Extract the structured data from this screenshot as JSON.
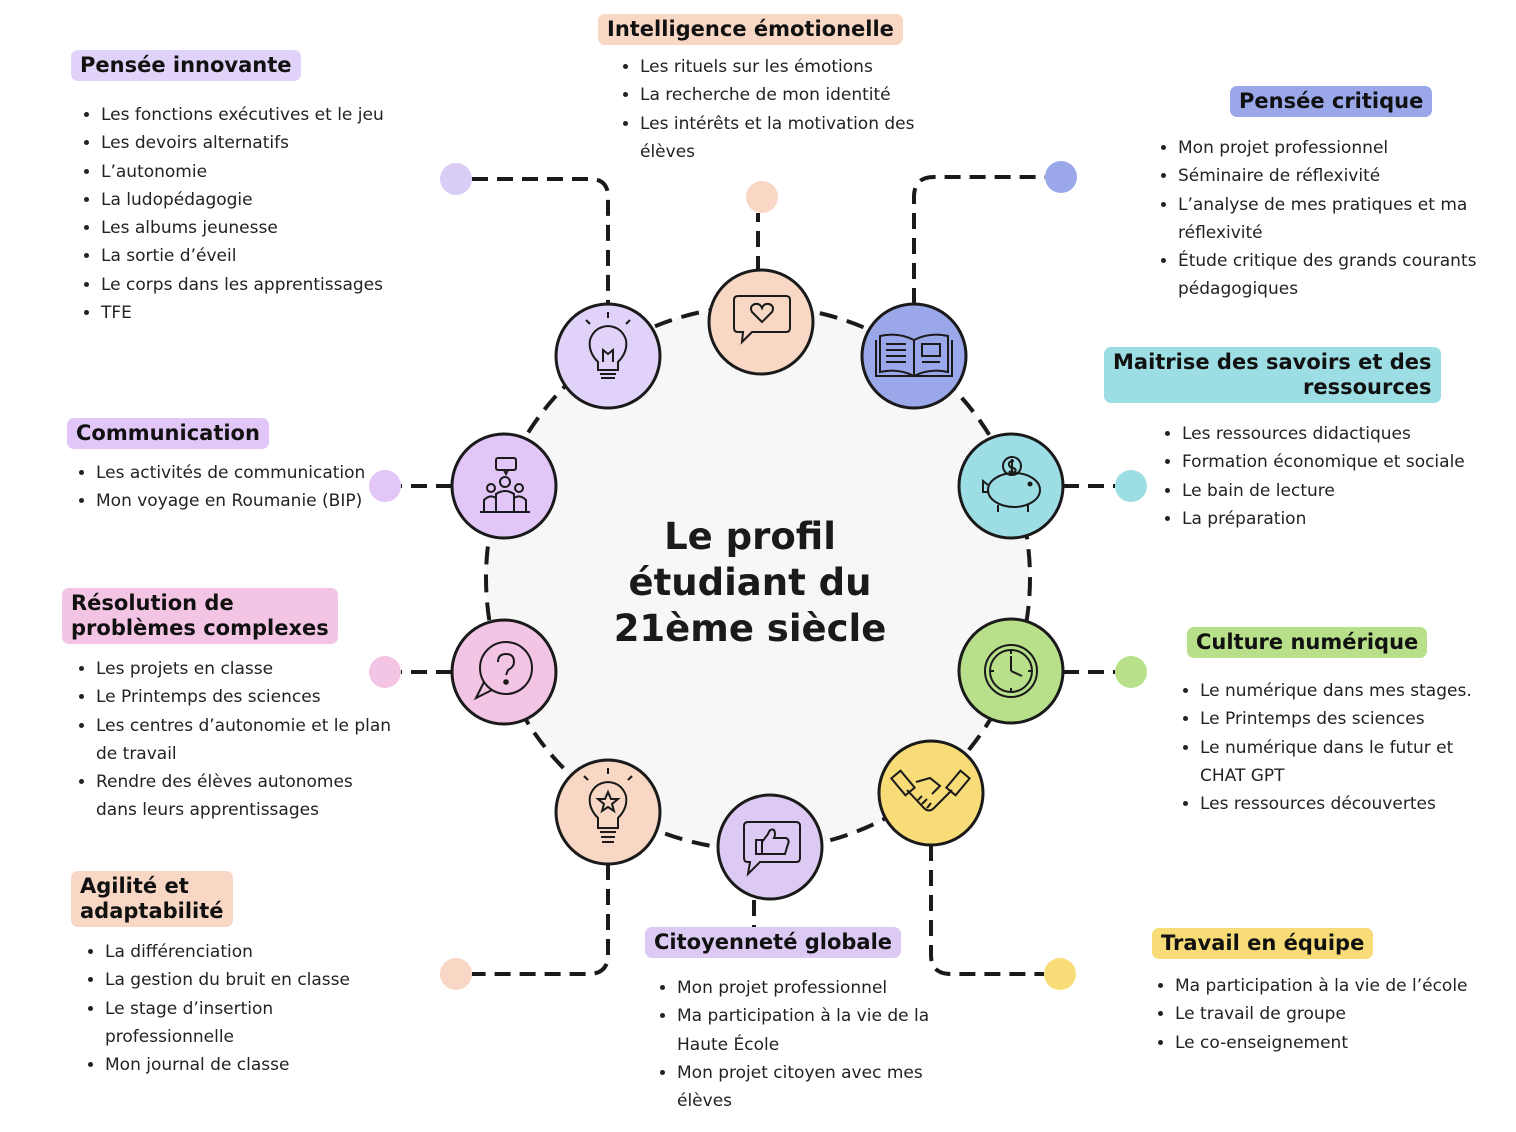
{
  "title": "Le profil étudiant du 21ème siècle",
  "colors": {
    "dark": "#1a1a1a",
    "center_fill": "#f7f7f7",
    "lavender": "#e0d2f8",
    "peach": "#f8d7c4",
    "blue": "#9aa8ea",
    "cyan": "#9ddde4",
    "green": "#b8e08a",
    "yellow": "#f8dc78",
    "violet": "#ddcaf4",
    "pink": "#f3c4e4"
  },
  "categories": [
    {
      "id": "pensee-innovante",
      "title": "Pensée innovante",
      "icon": "lightbulb-icon",
      "color": "#e0d2f8",
      "items": [
        "Les fonctions exécutives et le jeu",
        "Les devoirs alternatifs",
        "L’autonomie",
        "La ludopédagogie",
        "Les albums jeunesse",
        "La sortie d’éveil",
        "Le corps dans les apprentissages",
        "TFE"
      ]
    },
    {
      "id": "intelligence-emotionnelle",
      "title": "Intelligence émotionelle",
      "icon": "heart-speech-bubble-icon",
      "color": "#f8d7c4",
      "items": [
        "Les rituels sur les émotions",
        "La recherche de mon identité",
        "Les intérêts et la motivation des élèves"
      ]
    },
    {
      "id": "pensee-critique",
      "title": "Pensée critique",
      "icon": "open-book-icon",
      "color": "#9aa8ea",
      "items": [
        "Mon projet professionnel",
        "Séminaire de réflexivité",
        "L’analyse de mes pratiques et ma réflexivité",
        "Étude critique des grands courants pédagogiques"
      ]
    },
    {
      "id": "maitrise-savoirs",
      "title_line1": "Maitrise des savoirs et des",
      "title_line2": "ressources",
      "icon": "piggy-bank-icon",
      "color": "#9ddde4",
      "items": [
        "Les ressources didactiques",
        "Formation économique et sociale",
        "Le bain de lecture",
        "La préparation"
      ]
    },
    {
      "id": "culture-numerique",
      "title": "Culture numérique",
      "icon": "clock-icon",
      "color": "#b8e08a",
      "items": [
        "Le numérique dans mes stages.",
        "Le Printemps des sciences",
        "Le numérique dans le futur et CHAT GPT",
        "Les ressources découvertes"
      ]
    },
    {
      "id": "travail-equipe",
      "title": "Travail en équipe",
      "icon": "handshake-icon",
      "color": "#f8dc78",
      "items": [
        "Ma participation à la vie de l’école",
        "Le travail de groupe",
        "Le co-enseignement"
      ]
    },
    {
      "id": "citoyennete-globale",
      "title": "Citoyenneté globale",
      "icon": "thumbs-up-bubble-icon",
      "color": "#ddcaf4",
      "items": [
        "Mon projet professionnel",
        "Ma participation à la vie de la Haute École",
        "Mon projet citoyen avec mes élèves"
      ]
    },
    {
      "id": "agilite",
      "title_line1": "Agilité et",
      "title_line2": "adaptabilité",
      "icon": "star-lightbulb-icon",
      "color": "#f8d7c4",
      "items": [
        "La différenciation",
        "La gestion du bruit en classe",
        "Le stage d’insertion professionnelle",
        "Mon journal de classe"
      ]
    },
    {
      "id": "resolution-problemes",
      "title_line1": "Résolution de",
      "title_line2": "problèmes complexes",
      "icon": "question-bubble-icon",
      "color": "#f3c4e4",
      "items": [
        "Les projets en classe",
        "Le Printemps des sciences",
        "Les centres d’autonomie et le plan de travail",
        "Rendre des élèves autonomes dans leurs apprentissages"
      ]
    },
    {
      "id": "communication",
      "title": "Communication",
      "icon": "team-speech-icon",
      "color": "#e3c6f8",
      "items": [
        "Les activités de communication",
        "Mon voyage en Roumanie (BIP)"
      ]
    }
  ]
}
